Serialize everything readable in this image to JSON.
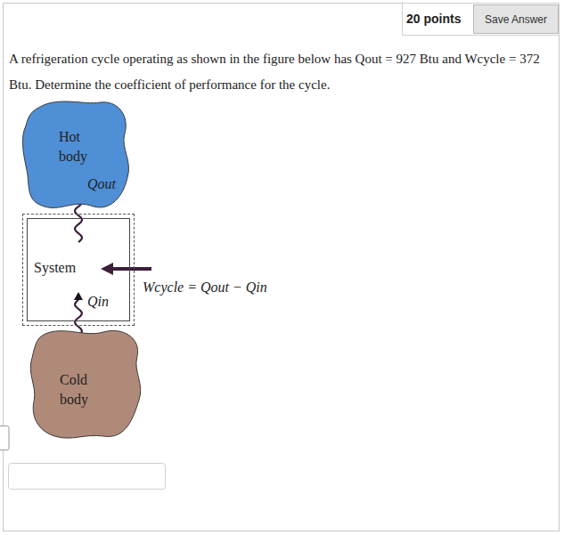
{
  "diagram": {
    "nodes": [
      {
        "text": [
          "20 points"
        ]
      },
      {
        "text": [
          "Save Answer"
        ],
        "in": 0
      },
      {
        "text": [
          "Hot body"
        ]
      },
      {
        "text": [
          "System"
        ]
      },
      {
        "text": [
          "Cold body"
        ]
      }
    ],
    "edges": [
      {
        "from": 3,
        "to": 2,
        "arrow": "to",
        "label": "Qout"
      },
      {
        "from": 4,
        "to": 3,
        "arrow": "to",
        "label": "Qin"
      }
    ],
    "labels": [
      "A refrigeration cycle operating as shown in the figure below has Qout = 927 Btu and Wcycle = 372 Btu. Determine the coefficient of performance for the cycle.",
      "Wcycle = Qout − Qin"
    ]
  }
}
